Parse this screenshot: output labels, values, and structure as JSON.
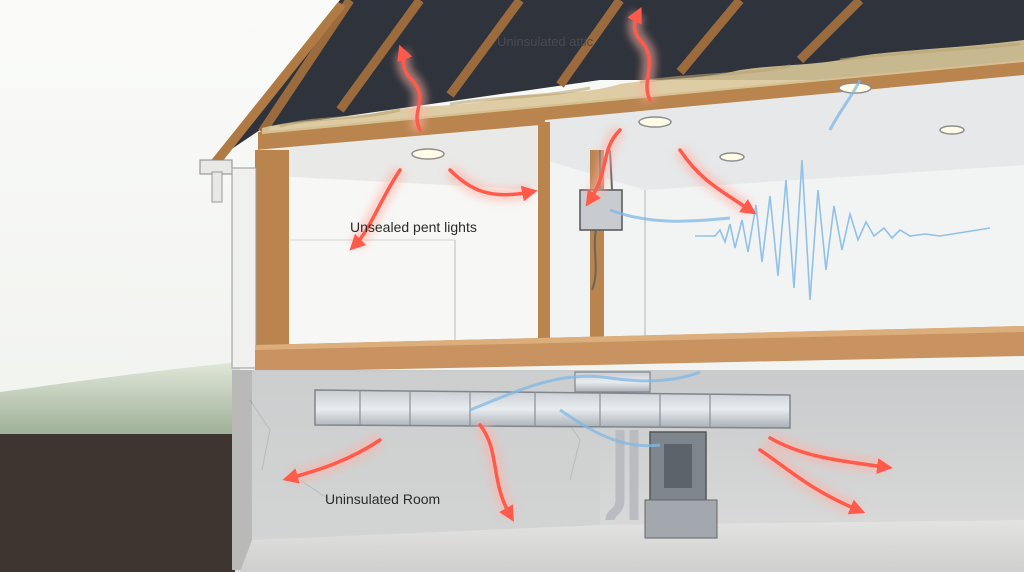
{
  "labels": {
    "attic": "Uninsulated attic",
    "recessed_lights": "Unsealed pent lights",
    "room": "Uninsulated Room"
  },
  "legend_colors": {
    "heat_loss": "#ff5a4a",
    "cold_air": "#7fb8e6"
  }
}
